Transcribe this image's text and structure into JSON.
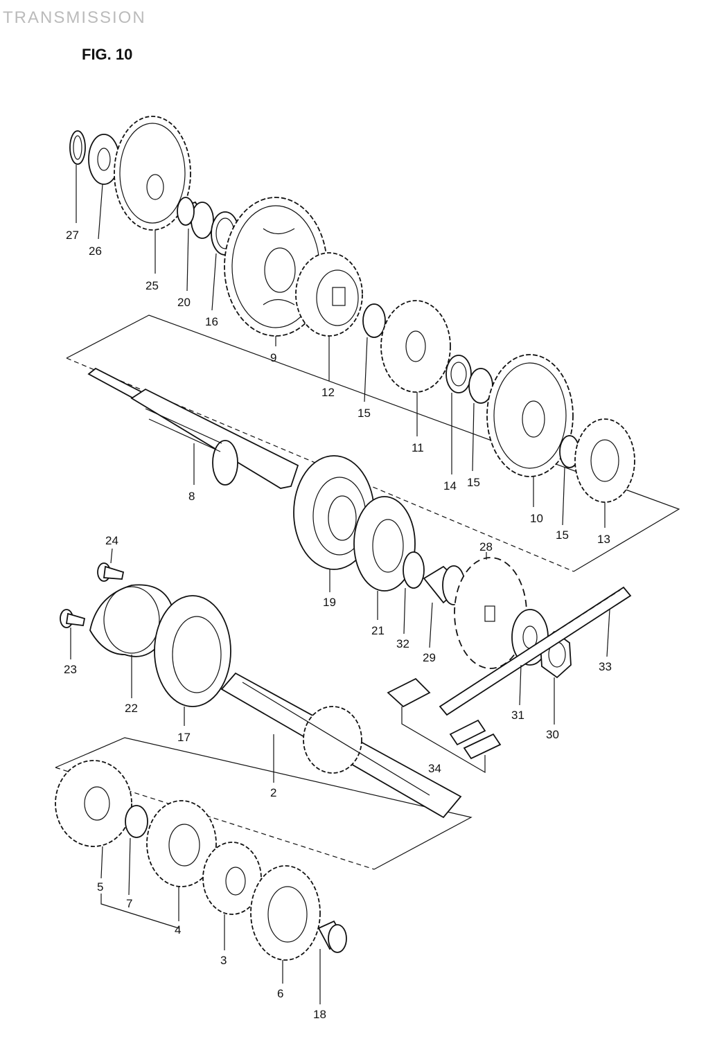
{
  "header": {
    "section_title": "TRANSMISSION",
    "figure_label": "FIG. 10"
  },
  "callouts": {
    "p27": "27",
    "p26": "26",
    "p25": "25",
    "p20": "20",
    "p16": "16",
    "p9": "9",
    "p12": "12",
    "p15a": "15",
    "p11": "11",
    "p14": "14",
    "p15b": "15",
    "p10": "10",
    "p15c": "15",
    "p13": "13",
    "p8": "8",
    "p19": "19",
    "p21": "21",
    "p32": "32",
    "p29": "29",
    "p28": "28",
    "p33": "33",
    "p24": "24",
    "p23": "23",
    "p22": "22",
    "p17": "17",
    "p31": "31",
    "p30": "30",
    "p34": "34",
    "p2": "2",
    "p5": "5",
    "p7": "7",
    "p4": "4",
    "p3": "3",
    "p6": "6",
    "p18": "18"
  }
}
